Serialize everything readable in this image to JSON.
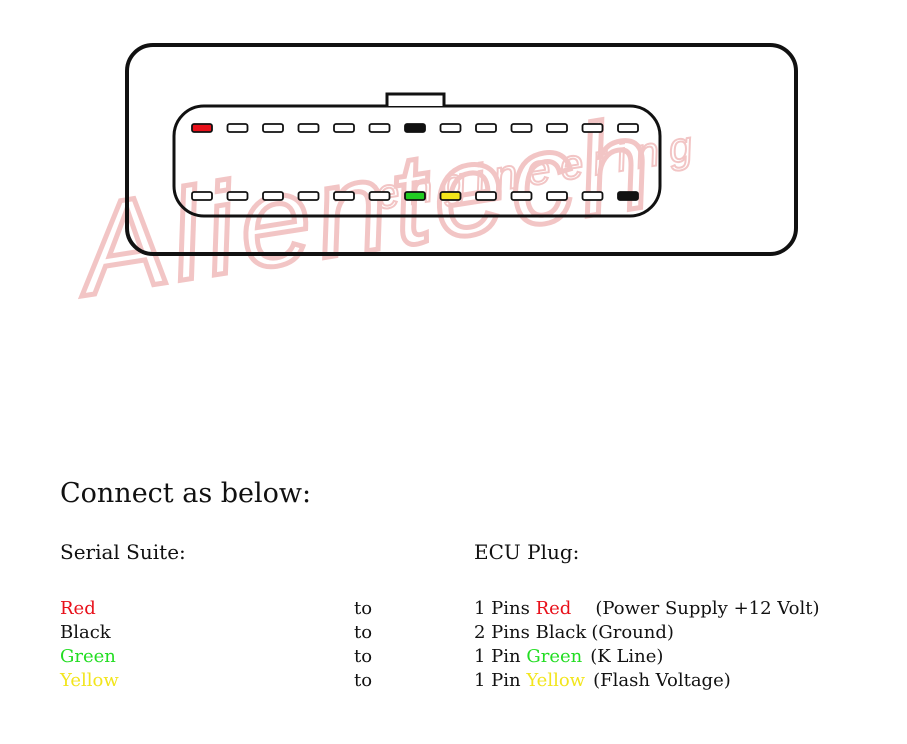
{
  "connector": {
    "watermark": "Alientech",
    "watermark_sub": "engineering",
    "top_row": [
      "#e8101a",
      "",
      "",
      "",
      "",
      "",
      "#111111",
      "",
      "",
      "",
      "",
      "",
      ""
    ],
    "bottom_row": [
      "",
      "",
      "",
      "",
      "",
      "",
      "#22cc22",
      "#f5e61a",
      "",
      "",
      "",
      "",
      "#111111"
    ]
  },
  "instructions": {
    "title": "Connect as below:",
    "col_left": "Serial Suite:",
    "col_right": "ECU Plug:",
    "rows": [
      {
        "wire": "Red",
        "color": "#e8101a",
        "to": "to",
        "pins": "1 Pins",
        "pin_color": "Red",
        "desc": "(Power Supply +12 Volt)",
        "desc_gap": 24
      },
      {
        "wire": "Black",
        "color": "#111111",
        "to": "to",
        "pins": "2 Pins",
        "pin_color": "Black",
        "desc": "(Ground)",
        "desc_gap": 5
      },
      {
        "wire": "Green",
        "color": "#22dd22",
        "to": "to",
        "pins": "1 Pin",
        "pin_color": "Green",
        "desc": "(K Line)",
        "desc_gap": 8
      },
      {
        "wire": "Yellow",
        "color": "#f2e51c",
        "to": "to",
        "pins": "1 Pin",
        "pin_color": "Yellow",
        "desc": "(Flash Voltage)",
        "desc_gap": 8
      }
    ]
  }
}
